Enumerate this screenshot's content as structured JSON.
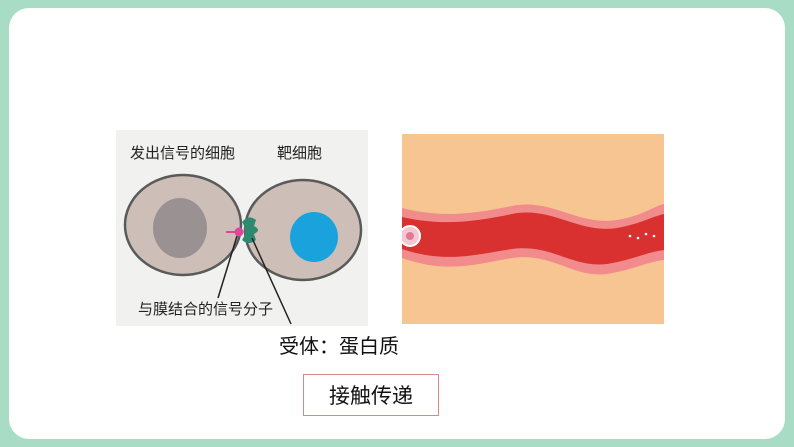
{
  "diagram": {
    "label_signal_cell": "发出信号的细胞",
    "label_target_cell": "靶细胞",
    "label_signal_molecule": "与膜结合的信号分子",
    "caption_receptor": "受体：蛋白质",
    "boxed_text": "接触传递"
  },
  "colors": {
    "background_frame": "#a8dcc4",
    "cell_body": "#cdbfb8",
    "signal_nucleus": "#9a9192",
    "target_nucleus": "#1aa2dd",
    "receptor": "#2e8a6f",
    "signal_molecule": "#e0459a",
    "vessel_outer": "#f08080",
    "vessel_inner": "#d93030",
    "tissue": "#f7c592"
  },
  "icons": {
    "receptor": "receptor-shape",
    "blood_cell": "blood-cell"
  }
}
